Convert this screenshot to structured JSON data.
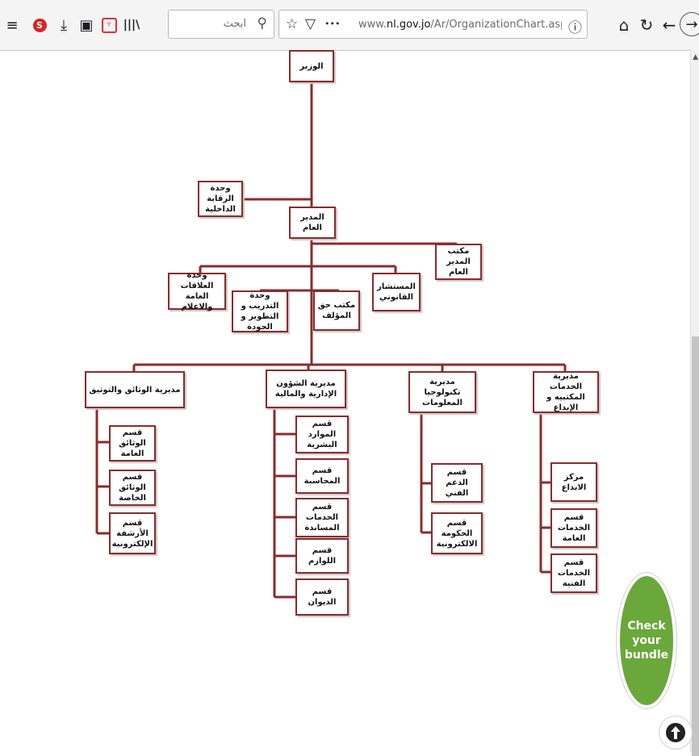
{
  "toolbar": {
    "search_placeholder": "ابحث",
    "url": {
      "prefix": "www.",
      "domain": "nl.gov.jo",
      "path": "/Ar/OrganizationChart.aspx#myCo"
    },
    "icons": {
      "menu": "≡",
      "sync": "S",
      "download": "⤓",
      "reader": "▣",
      "pocket": "▿",
      "library": "|||\\",
      "search": "⚲",
      "bookmark": "☆",
      "shield": "▽",
      "more": "•••",
      "info": "ⓘ",
      "home": "⌂",
      "reload": "↻",
      "back": "←",
      "forward": "→"
    }
  },
  "org": {
    "minister": "الوزير",
    "internal_audit": "وحدة الرقابة الداخلية",
    "director_general": "المدير العام",
    "dg_office": "مكتب المدير العام",
    "legal_advisor": "المستشار القانوني",
    "copyright_office": "مكتب حق المؤلف",
    "training_unit": "وحدة التدريب و التطوير و الجودة",
    "pr_unit": "وحدة العلاقات العامة والاعلام",
    "dir_library": "مديرية الخدمات المكتبيه و الإبداع",
    "dir_it": "مديرية تكنولوجيا المعلومات",
    "dir_admin": "مديرية الشؤون الإدارية والمالية",
    "dir_documents": "مديرية الوثائق والتوثيق",
    "library_subs": [
      "مركز الابداع",
      "قسم الخدمات العامة",
      "قسم الخدمات الفنية"
    ],
    "it_subs": [
      "قسم الدعم الفني",
      "قسم الحكومة الالكترونية"
    ],
    "admin_subs": [
      "قسم الموارد البشرية",
      "قسم المحاسبة",
      "قسم الخدمات المساندة",
      "قسم اللوازم",
      "قسم الديوان"
    ],
    "doc_subs": [
      "قسم الوثائق العامة",
      "قسم الوثائق الخاصة",
      "قسم الأرشفة الإلكترونية"
    ]
  },
  "bundle_button": "Check your bundle",
  "colors": {
    "box_border": "#8c2b2b",
    "connector": "#8c2b2b",
    "bundle_green": "#6aa83b"
  }
}
